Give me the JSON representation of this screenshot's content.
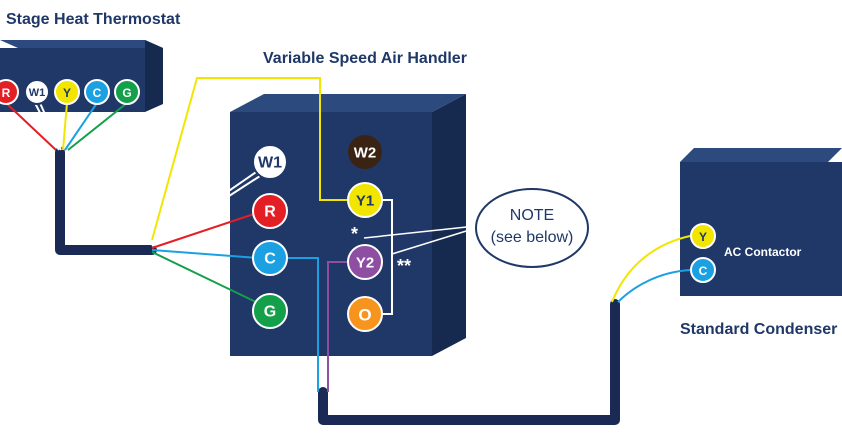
{
  "thermostat": {
    "title": "Stage Heat Thermostat"
  },
  "air_handler": {
    "title": "Variable Speed Air Handler"
  },
  "condenser": {
    "title": "Standard Condenser",
    "contactor_label": "AC Contactor"
  },
  "terminals": {
    "thermostat_r": "R",
    "thermostat_w1": "W1",
    "thermostat_y": "Y",
    "thermostat_c": "C",
    "thermostat_g": "G",
    "ah_w1": "W1",
    "ah_r": "R",
    "ah_c": "C",
    "ah_g": "G",
    "ah_w2": "W2",
    "ah_y1": "Y1",
    "ah_y2": "Y2",
    "ah_o": "O",
    "cond_y": "Y",
    "cond_c": "C"
  },
  "note": {
    "line1": "NOTE",
    "line2": "(see below)"
  },
  "markers": {
    "single": "*",
    "double": "**"
  },
  "colors": {
    "box": "#1f3868",
    "box_top": "#2d4a7e",
    "box_side": "#16294f",
    "cable": "#1b2a55",
    "red": "#e31e24",
    "yellow": "#f2e600",
    "blue": "#1ba1e2",
    "green": "#14a04a",
    "purple": "#8e4fa2",
    "orange": "#f7941d",
    "brown": "#3b2314",
    "white": "#ffffff"
  }
}
